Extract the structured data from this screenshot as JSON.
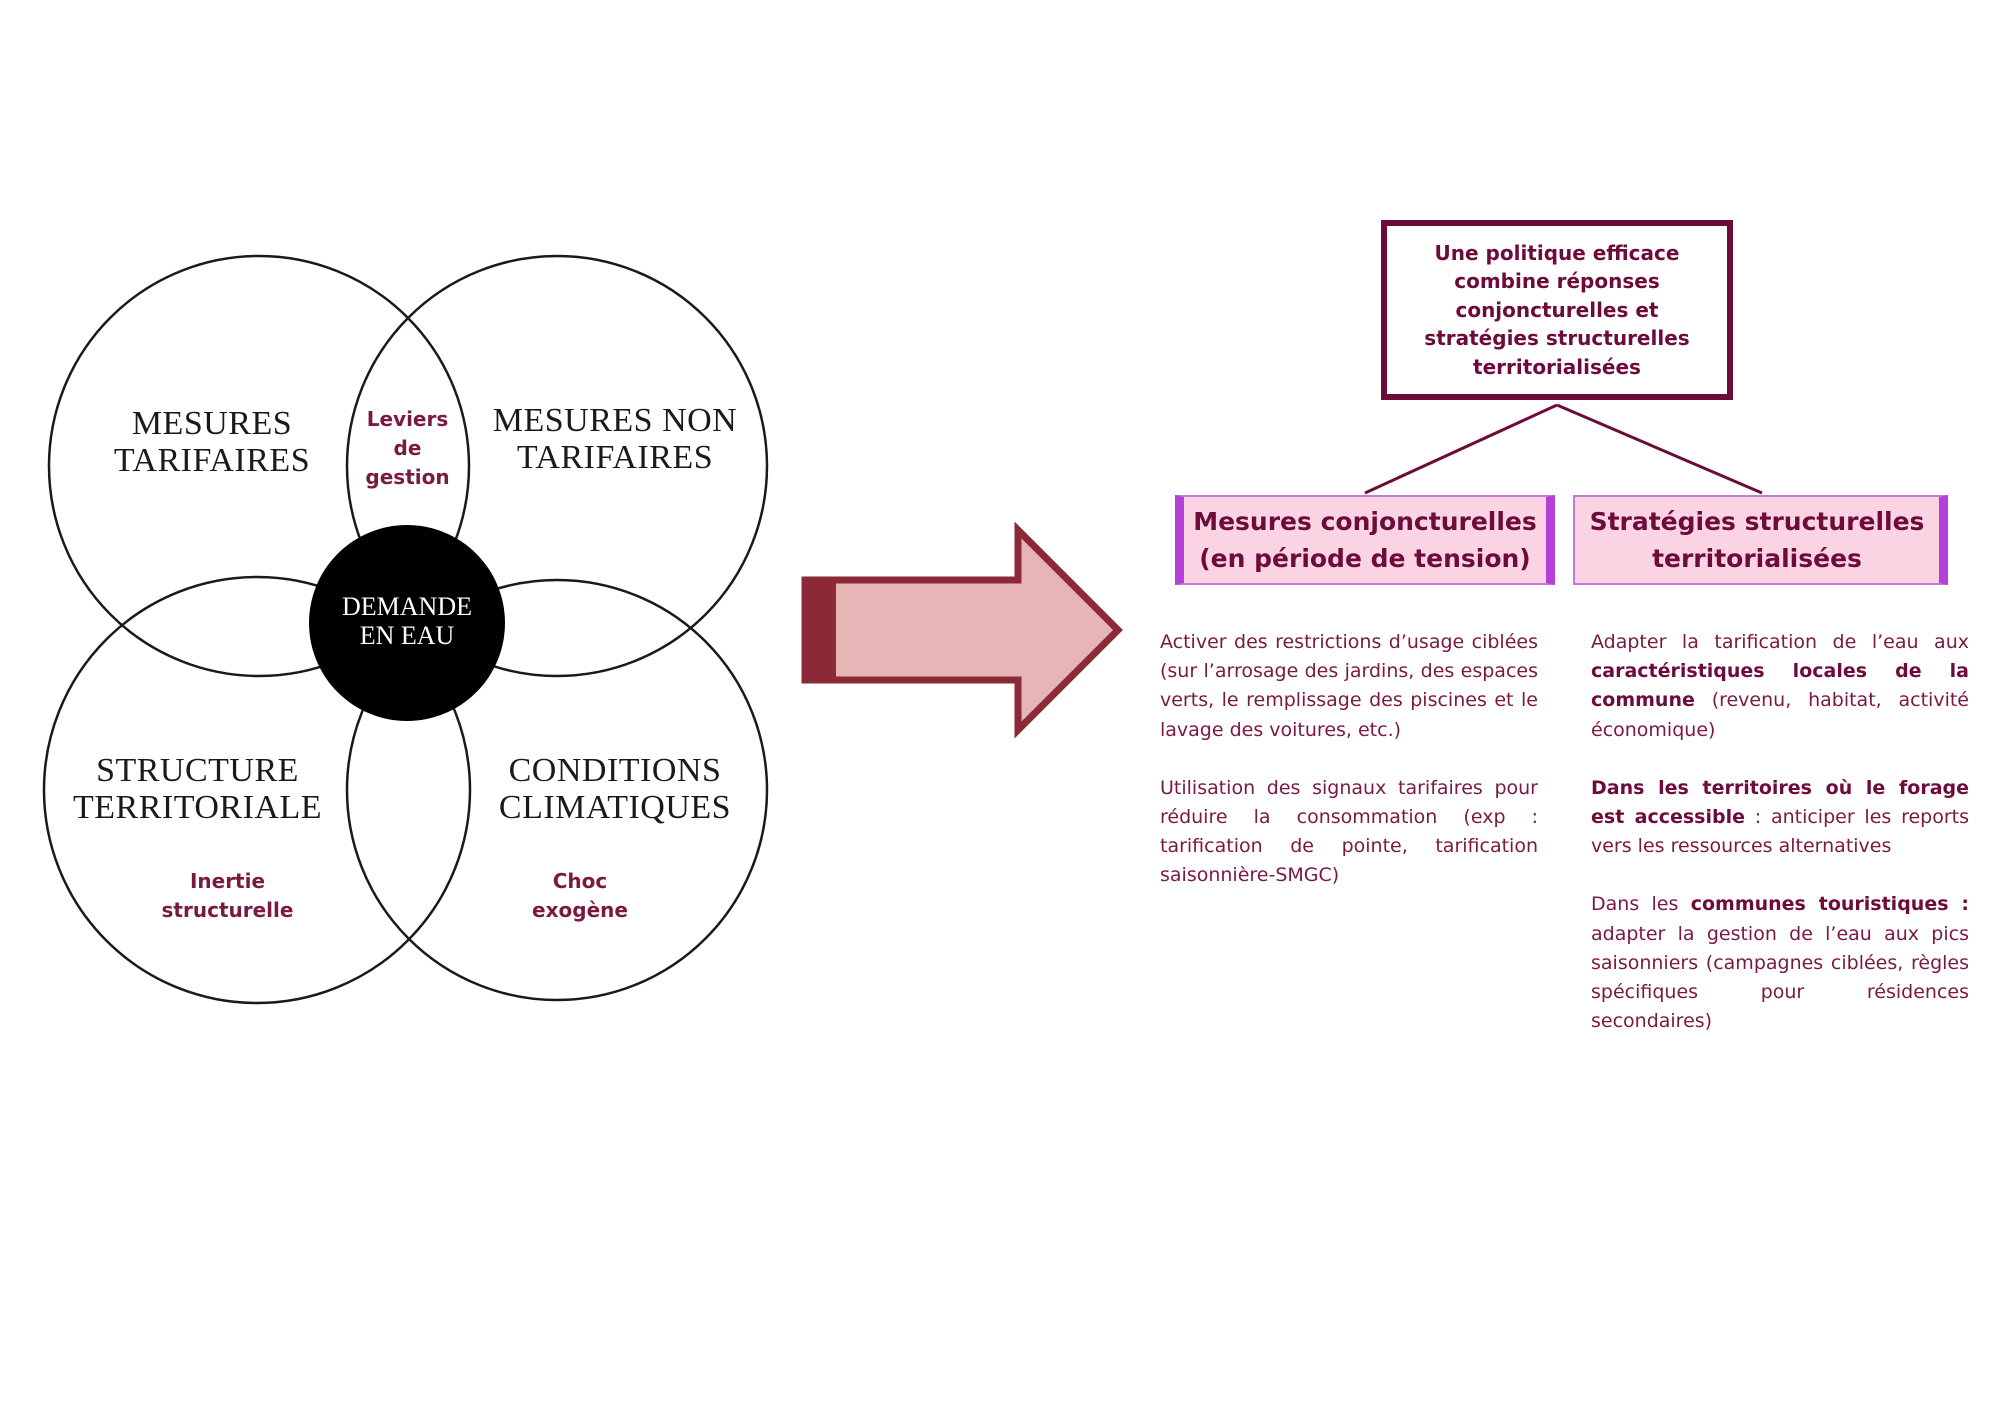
{
  "venn": {
    "circles": [
      "mesures-tarifaires",
      "mesures-non-tarifaires",
      "structure-territoriale",
      "conditions-climatiques"
    ],
    "top_left": [
      "MESURES",
      "TARIFAIRES"
    ],
    "top_right": [
      "MESURES NON",
      "TARIFAIRES"
    ],
    "bottom_left": [
      "STRUCTURE",
      "TERRITORIALE"
    ],
    "bottom_right": [
      "CONDITIONS",
      "CLIMATIQUES"
    ],
    "top_overlap": [
      "Leviers",
      "de",
      "gestion"
    ],
    "bottom_left_sub": [
      "Inertie",
      "structurelle"
    ],
    "bottom_right_sub": [
      "Choc",
      "exogène"
    ],
    "center": [
      "DEMANDE",
      "EN EAU"
    ],
    "colors": {
      "stroke": "#1a1a1a",
      "center_fill": "#000000",
      "accent": "#7a1942"
    }
  },
  "arrow": {
    "fill": "#e8b5b7",
    "stroke": "#8b2a36",
    "direction": "right-arrow-icon"
  },
  "summary": {
    "lines": [
      "Une politique efficace",
      "combine réponses",
      "conjoncturelles et",
      "stratégies structurelles",
      "territorialisées"
    ]
  },
  "categories": {
    "left": [
      "Mesures conjoncturelles",
      "(en période de tension)"
    ],
    "right": [
      "Stratégies structurelles",
      "territorialisées"
    ],
    "colors": {
      "fill": "#fad4e3",
      "border": "#b43fd9",
      "text": "#6d0b3a"
    }
  },
  "left_column": {
    "p1": "Activer des restrictions d’usage ciblées (sur l’arrosage des jardins, des espaces verts, le remplissage des piscines et le lavage des voitures, etc.)",
    "p2": "Utilisation des signaux tarifaires pour réduire la consommation (exp : tarification de pointe, tarification saisonnière-SMGC)"
  },
  "right_column": {
    "p1_a": "Adapter la tarification de l’eau aux ",
    "p1_b": "caractéristiques locales de la commune",
    "p1_c": " (revenu, habitat, activité économique)",
    "p2_a": "Dans les territoires où le forage est accessible",
    "p2_b": " : anticiper les reports vers les ressources alternatives",
    "p3_a": "Dans les ",
    "p3_b": "communes touristiques :",
    "p3_c": " adapter la gestion de l’eau aux pics saisonniers (campagnes ciblées, règles spécifiques pour résidences secondaires)"
  }
}
